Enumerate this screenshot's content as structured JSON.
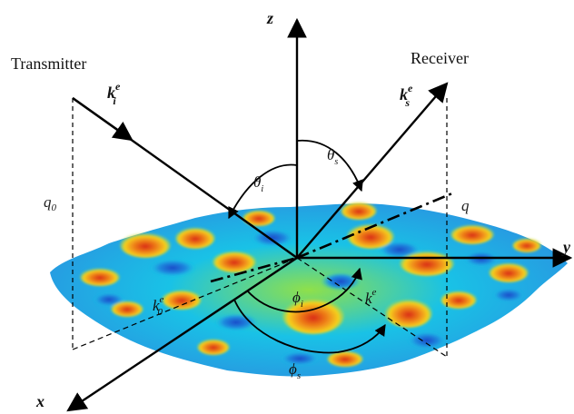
{
  "diagram": {
    "labels": {
      "transmitter": "Transmitter",
      "receiver": "Receiver",
      "z_axis": "z",
      "x_axis": "x",
      "y_axis": "y",
      "k_i": "k",
      "k_i_sup": "e",
      "k_i_sub": "i",
      "k_s": "k",
      "k_s_sup": "e",
      "k_s_sub": "s",
      "theta_i": "θ",
      "theta_i_sub": "i",
      "theta_s": "θ",
      "theta_s_sub": "s",
      "phi_i": "ϕ",
      "phi_i_sub": "i",
      "phi_s": "ϕ",
      "phi_s_sub": "s",
      "q0": "q",
      "q0_sub": "0",
      "q": "q",
      "k0e": "k",
      "k0e_sub": "0",
      "k0e_sup": "e",
      "ke": "k",
      "ke_sup": "e"
    },
    "colors": {
      "ink": "#000000",
      "surface_low": "#1f6fd6",
      "surface_mid1": "#19c2e6",
      "surface_mid2": "#8fe04a",
      "surface_high1": "#f5c81c",
      "surface_high2": "#e8381c"
    }
  }
}
